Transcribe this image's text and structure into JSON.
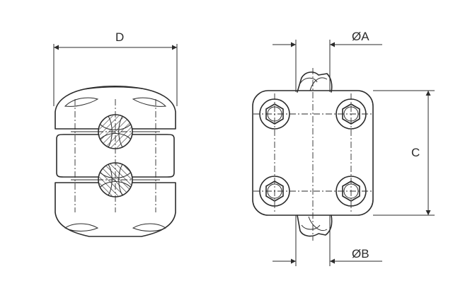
{
  "dimensions": {
    "d": "D",
    "a": "ØA",
    "b": "ØB",
    "c": "C"
  },
  "colors": {
    "line": "#2b2b2b",
    "background": "#ffffff"
  }
}
